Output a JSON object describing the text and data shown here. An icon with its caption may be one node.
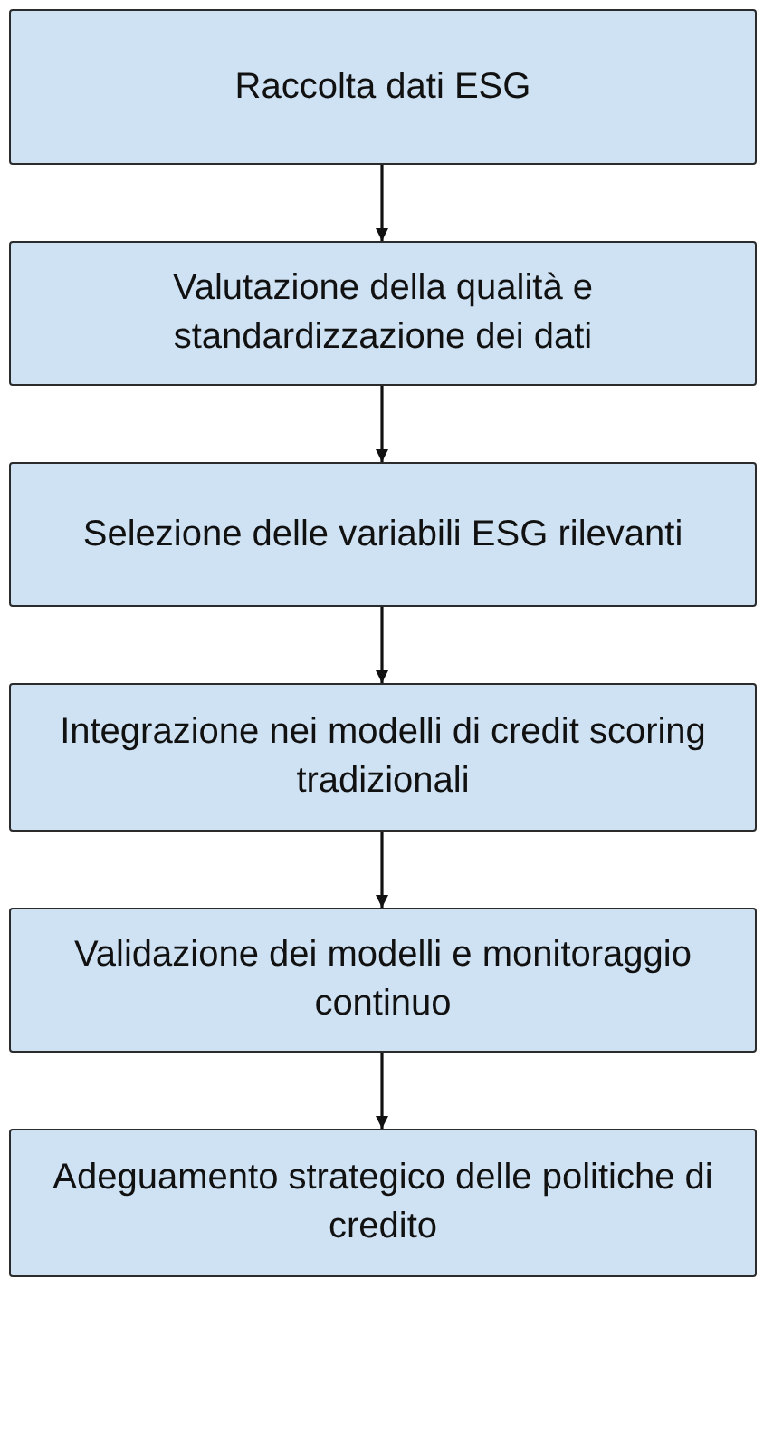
{
  "diagram": {
    "nodes": [
      {
        "text": [
          "Raccolta dati ESG"
        ]
      },
      {
        "text": [
          "Valutazione della qualità e standardizzazione dei dati"
        ]
      },
      {
        "text": [
          "Selezione delle variabili ESG rilevanti"
        ]
      },
      {
        "text": [
          "Integrazione nei modelli di credit scoring tradizionali"
        ]
      },
      {
        "text": [
          "Validazione dei modelli e monitoraggio continuo"
        ]
      },
      {
        "text": [
          "Adeguamento strategico delle politiche di credito"
        ]
      }
    ],
    "edges": [
      {
        "from": 0,
        "to": 1,
        "arrow": "to"
      },
      {
        "from": 1,
        "to": 2,
        "arrow": "to"
      },
      {
        "from": 2,
        "to": 3,
        "arrow": "to"
      },
      {
        "from": 3,
        "to": 4,
        "arrow": "to"
      },
      {
        "from": 4,
        "to": 5,
        "arrow": "to"
      }
    ]
  }
}
